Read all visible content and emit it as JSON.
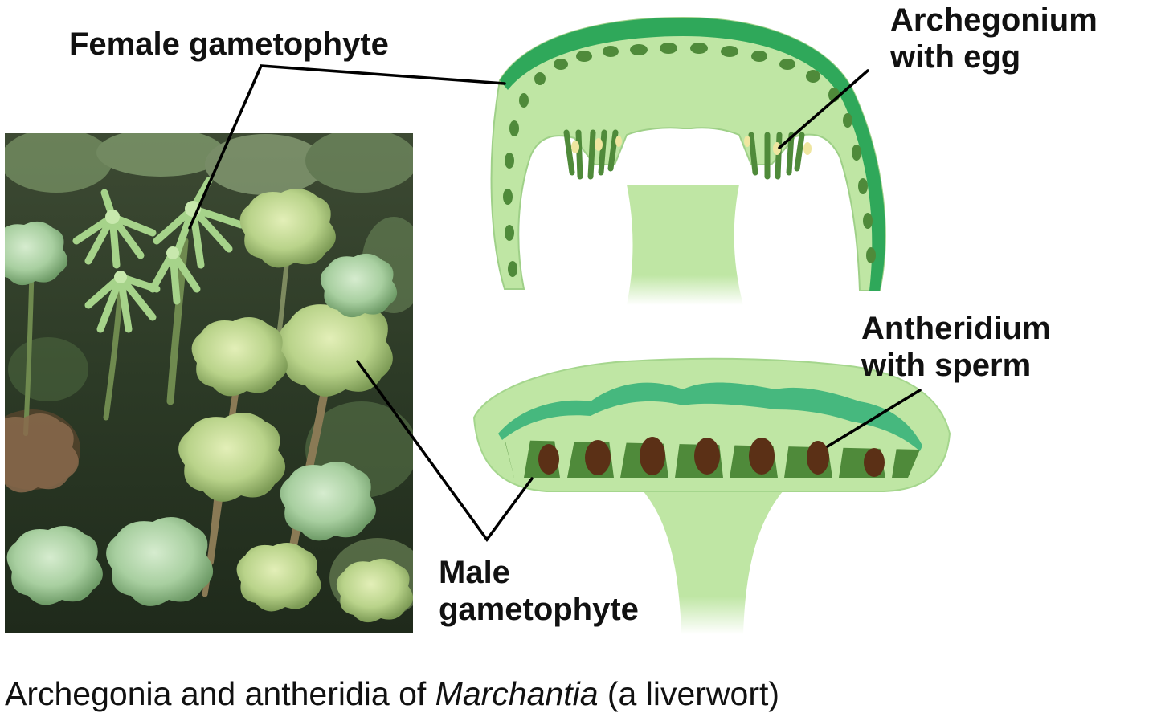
{
  "labels": {
    "female_gametophyte": "Female gametophyte",
    "archegonium_line1": "Archegonium",
    "archegonium_line2": "with egg",
    "antheridium_line1": "Antheridium",
    "antheridium_line2": "with sperm",
    "male_line1": "Male",
    "male_line2": "gametophyte"
  },
  "caption": {
    "before": "Archegonia and antheridia of ",
    "genus": "Marchantia",
    "after": " (a liverwort)"
  },
  "colors": {
    "light_green": "#bfe6a4",
    "dark_green": "#2fa85a",
    "organ_green": "#4f8a3a",
    "egg": "#efe6a0",
    "sperm_brown": "#5b3016",
    "photo_dark": "#2a3a22"
  }
}
